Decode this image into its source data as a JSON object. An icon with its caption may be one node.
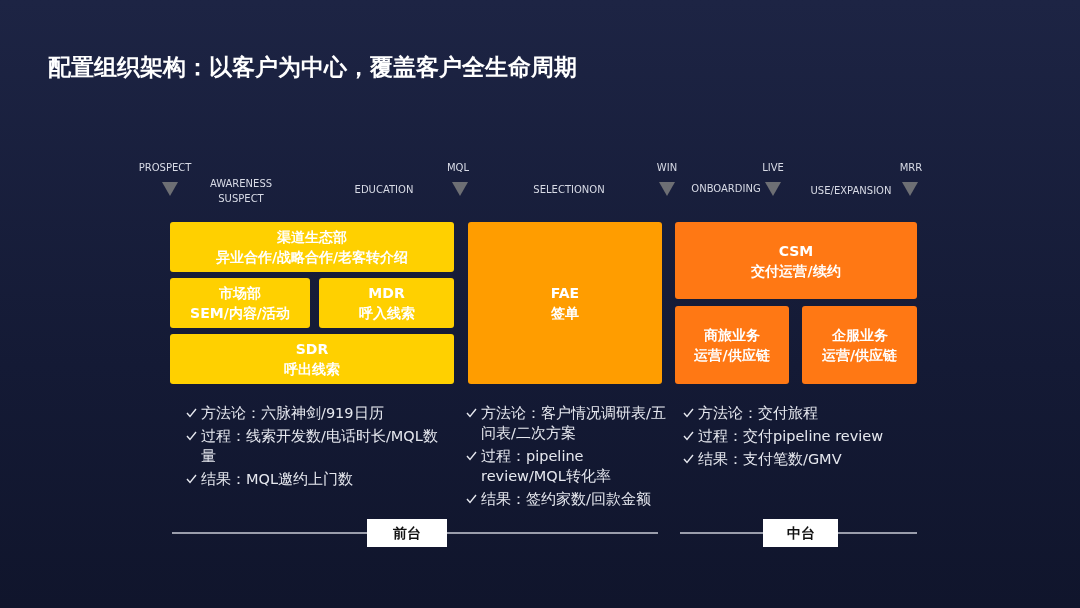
{
  "diagram": {
    "title": "配置组织架构：以客户为中心，覆盖客户全生命周期",
    "nodes": [
      {
        "text": [
          "渠道生态部",
          "异业合作/战略合作/老客转介绍"
        ]
      },
      {
        "text": [
          "市场部",
          "SEM/内容/活动"
        ]
      },
      {
        "text": [
          "MDR",
          "呼入线索"
        ]
      },
      {
        "text": [
          "SDR",
          "呼出线索"
        ]
      },
      {
        "text": [
          "FAE",
          "签单"
        ]
      },
      {
        "text": [
          "CSM",
          "交付运营/续约"
        ]
      },
      {
        "text": [
          "商旅业务",
          "运营/供应链"
        ]
      },
      {
        "text": [
          "企服业务",
          "运营/供应链"
        ]
      },
      {
        "text": [
          "前台"
        ]
      },
      {
        "text": [
          "中台"
        ]
      }
    ],
    "edges": [],
    "labels": [
      "PROSPECT",
      "MQL",
      "WIN",
      "LIVE",
      "MRR",
      "AWARENESS SUSPECT",
      "EDUCATION",
      "SELECTIONON",
      "ONBOARDING",
      "USE/EXPANSION",
      "方法论：六脉神剑/919日历",
      "过程：线索开发数/电话时长/MQL数量",
      "结果：MQL邀约上门数",
      "方法论：客户情况调研表/五问表/二次方案",
      "过程：pipeline review/MQL转化率",
      "结果：签约家数/回款金额",
      "方法论：交付旅程",
      "过程：交付pipeline review",
      "结果：支付笔数/GMV"
    ]
  }
}
